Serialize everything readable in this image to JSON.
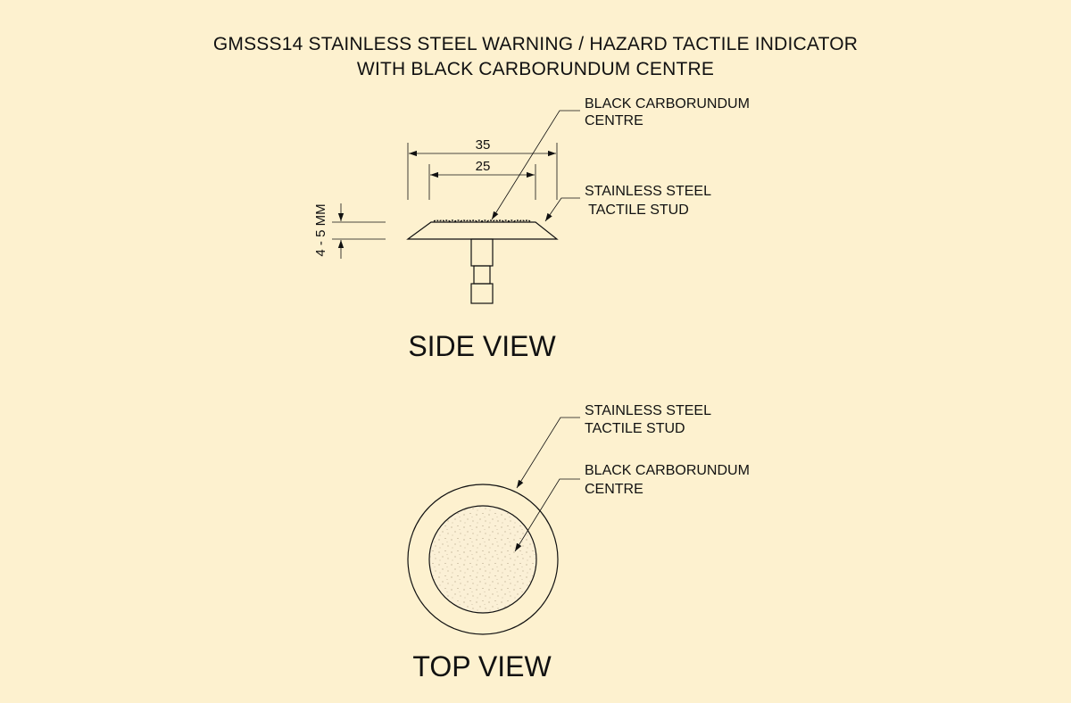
{
  "title": {
    "line1": "GMSSS14 STAINLESS STEEL WARNING / HAZARD TACTILE INDICATOR",
    "line2": "WITH BLACK CARBORUNDUM CENTRE"
  },
  "side_view": {
    "label": "SIDE VIEW",
    "dimension_outer": "35",
    "dimension_inner": "25",
    "height_dimension": "4 - 5 MM",
    "callout_centre": {
      "line1": "BLACK CARBORUNDUM",
      "line2": "CENTRE"
    },
    "callout_stud": {
      "line1": "STAINLESS STEEL",
      "line2": " TACTILE STUD"
    }
  },
  "top_view": {
    "label": "TOP VIEW",
    "callout_stud": {
      "line1": "STAINLESS STEEL",
      "line2": "TACTILE STUD"
    },
    "callout_centre": {
      "line1": "BLACK CARBORUNDUM",
      "line2": "CENTRE"
    }
  },
  "colors": {
    "background": "#fdf1cf",
    "ink": "#111111",
    "carborundum_fill": "#fbf0d6"
  }
}
